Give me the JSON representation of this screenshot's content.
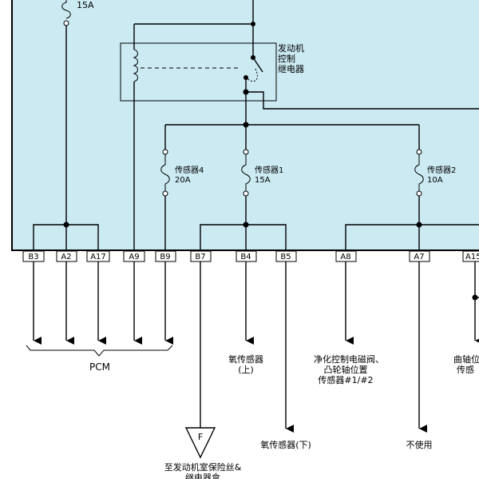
{
  "colors": {
    "box_fill": "#cbeaf2",
    "wire": "#000000",
    "pin_fill": "#ffffff"
  },
  "fuses": {
    "top": {
      "rating": "15A"
    },
    "sensor4": {
      "name": "传感器4",
      "rating": "20A"
    },
    "sensor1": {
      "name": "传感器1",
      "rating": "15A"
    },
    "sensor2": {
      "name": "传感器2",
      "rating": "10A"
    }
  },
  "relay": {
    "label_line1": "发动机",
    "label_line2": "控制",
    "label_line3": "继电器"
  },
  "pins": [
    "B3",
    "A2",
    "A17",
    "A9",
    "B9",
    "B7",
    "B4",
    "B5",
    "A8",
    "A7",
    "A15"
  ],
  "outputs": {
    "pcm": "PCM",
    "o2_upper_line1": "氧传感器",
    "o2_upper_line2": "(上)",
    "purge_line1": "净化控制电磁阀、",
    "purge_line2": "凸轮轴位置",
    "purge_line3": "传感器#1/#2",
    "crank_line1": "曲轴位",
    "crank_line2": "传感",
    "o2_lower": "氧传感器(下)",
    "unused": "不使用",
    "ground_ref_letter": "F",
    "ground_ref_line1": "至发动机室保险丝&",
    "ground_ref_line2": "继电器盒"
  }
}
